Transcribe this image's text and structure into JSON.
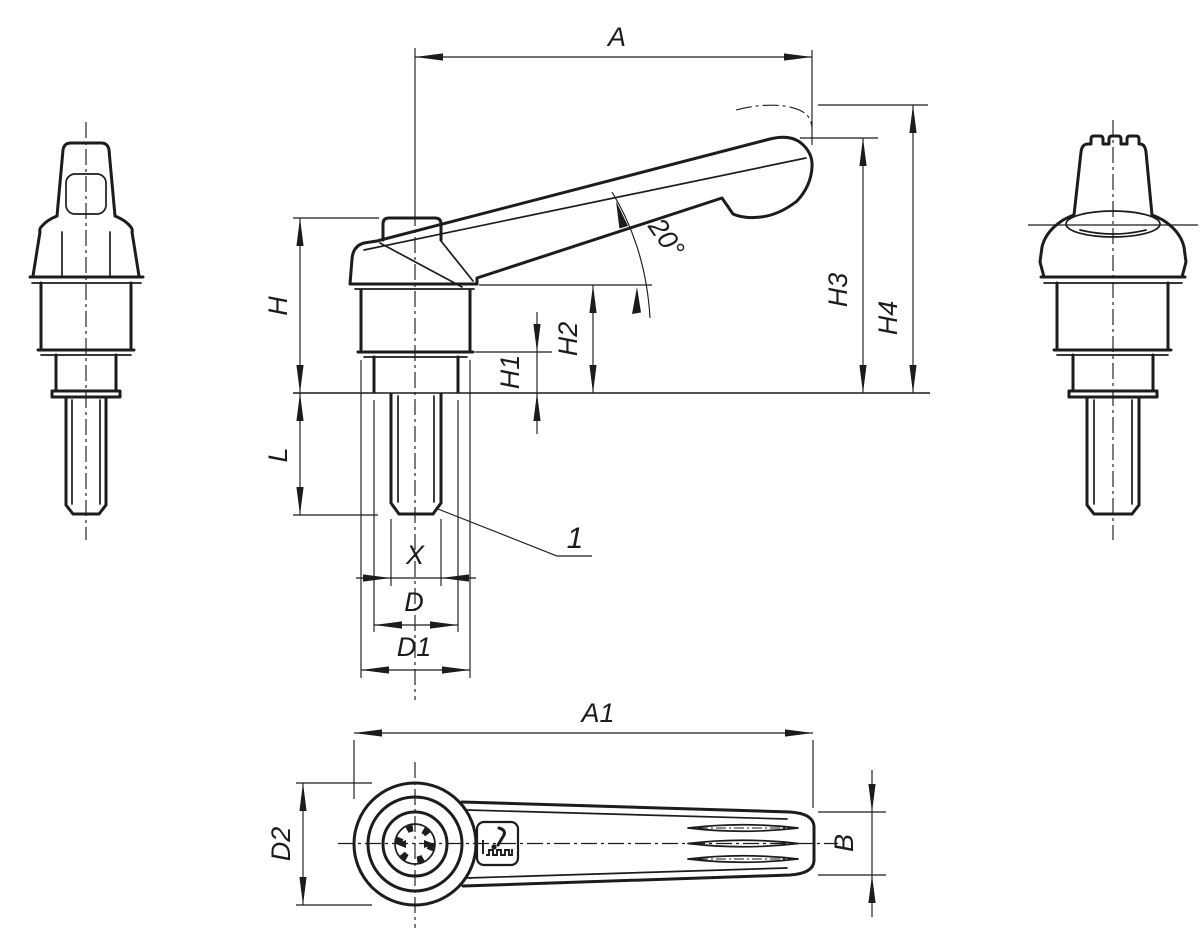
{
  "drawing_title": "adjustable-clamping-lever-technical-drawing",
  "colors": {
    "background": "#ffffff",
    "line": "#1c1c1c"
  },
  "side_view": {
    "dim_a": "A",
    "dim_h": "H",
    "dim_l": "L",
    "dim_h1": "H1",
    "dim_h2": "H2",
    "dim_h3": "H3",
    "dim_h4": "H4",
    "angle": "20°",
    "dim_x": "X",
    "dim_d": "D",
    "dim_d1": "D1",
    "callout_1": "1"
  },
  "top_view": {
    "dim_a1": "A1",
    "dim_d2": "D2",
    "dim_b": "B"
  }
}
